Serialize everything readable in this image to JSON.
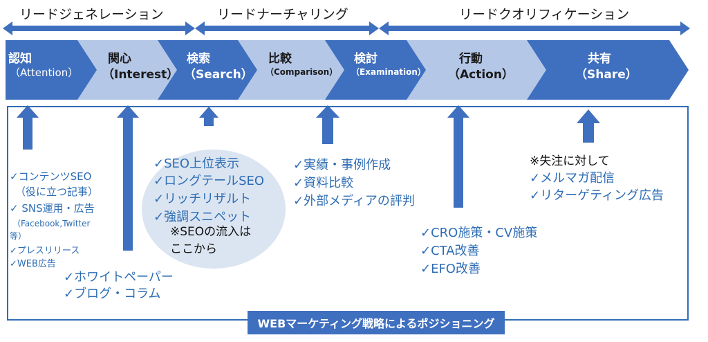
{
  "phases": [
    {
      "label": "リードジェネレーション"
    },
    {
      "label": "リードナーチャリング"
    },
    {
      "label": "リードクオリフィケーション"
    }
  ],
  "stages": [
    {
      "title": "認知",
      "sub": "（Attention）"
    },
    {
      "title": "関心",
      "sub": "（Interest）"
    },
    {
      "title": "検索",
      "sub": "（Search）"
    },
    {
      "title": "比較",
      "sub": "（Comparison）"
    },
    {
      "title": "検討",
      "sub": "（Examination）"
    },
    {
      "title": "行動",
      "sub": "（Action）"
    },
    {
      "title": "共有",
      "sub": "（Share）"
    }
  ],
  "col1": {
    "lines": [
      "✓コンテンツSEO",
      "（役に立つ記事）",
      "✓ SNS運用・広告",
      "（Facebook,Twitter",
      "等）",
      "✓プレスリリース",
      "✓WEB広告"
    ]
  },
  "col2": {
    "lines": [
      "✓ホワイトペーパー",
      "✓ブログ・コラム"
    ]
  },
  "col3": {
    "lines": [
      "✓SEO上位表示",
      "✓ロングテールSEO",
      "✓リッチリザルト",
      "✓強調スニペット"
    ],
    "note": [
      "※SEOの流入は",
      "ここから"
    ]
  },
  "col4": {
    "lines": [
      "✓実績・事例作成",
      "✓資料比較",
      "✓外部メディアの評判"
    ]
  },
  "col5": {
    "lines": [
      "✓CRO施策・CV施策",
      "✓CTA改善",
      "✓EFO改善"
    ]
  },
  "col6": {
    "note": "※失注に対して",
    "lines": [
      "✓メルマガ配信",
      "✓リターゲティング広告"
    ]
  },
  "banner": "WEBマーケティング戦略によるポジショニング",
  "colors": {
    "dark_blue": "#3f6fbf",
    "light_blue": "#b4c7e7",
    "text_blue": "#2e6db5",
    "circle": "#dbe5f1"
  }
}
